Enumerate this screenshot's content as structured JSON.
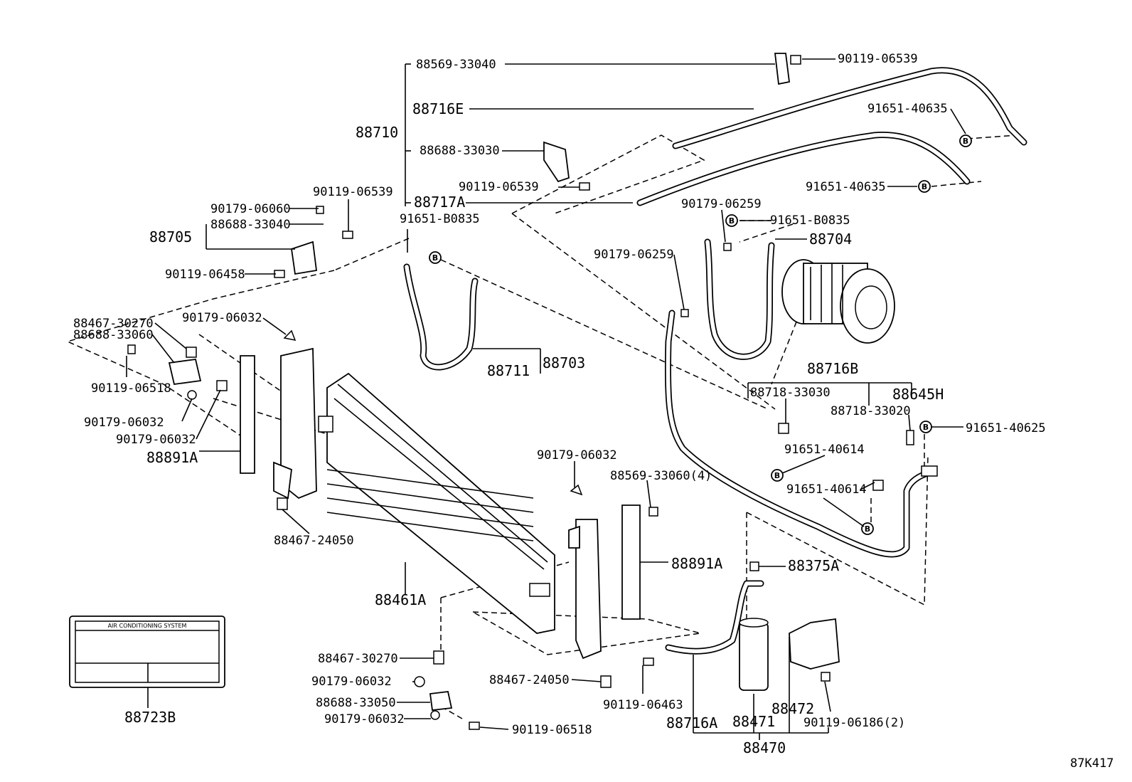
{
  "labels": {
    "p88569_33040": "88569-33040",
    "p90119_06539_top": "90119-06539",
    "p88716E": "88716E",
    "p91651_40635_a": "91651-40635",
    "p88710": "88710",
    "p88688_33030": "88688-33030",
    "p91651_40635_b": "91651-40635",
    "p90119_06539_mid": "90119-06539",
    "p88717A": "88717A",
    "p90179_06259_a": "90179-06259",
    "p91651_B0835_right": "91651-B0835",
    "p88704": "88704",
    "p91651_B0835_left": "91651-B0835",
    "p90119_06539_left": "90119-06539",
    "p90179_06060": "90179-06060",
    "p88688_33040": "88688-33040",
    "p88705": "88705",
    "p90119_06458": "90119-06458",
    "p90179_06259_b": "90179-06259",
    "p88467_30270_top": "88467-30270",
    "p90179_06032_a": "90179-06032",
    "p88688_33060": "88688-33060",
    "p90119_06518_left": "90119-06518",
    "p90179_06032_b": "90179-06032",
    "p90179_06032_c": "90179-06032",
    "p88891A_left": "88891A",
    "p88711": "88711",
    "p88703": "88703",
    "p88716B": "88716B",
    "p88718_33030": "88718-33030",
    "p88645H": "88645H",
    "p88718_33020": "88718-33020",
    "p91651_40625": "91651-40625",
    "p91651_40614_a": "91651-40614",
    "p91651_40614_b": "91651-40614",
    "p90179_06032_d": "90179-06032",
    "p88569_33060": "88569-33060(4)",
    "p88467_24050_left": "88467-24050",
    "p88891A_right": "88891A",
    "p88375A": "88375A",
    "p88461A": "88461A",
    "p88467_30270_bot": "88467-30270",
    "p90179_06032_e": "90179-06032",
    "p88688_33050": "88688-33050",
    "p90179_06032_f": "90179-06032",
    "p90119_06518_bot": "90119-06518",
    "p88467_24050_bot": "88467-24050",
    "p90119_06463": "90119-06463",
    "p88716A": "88716A",
    "p88471": "88471",
    "p88472": "88472",
    "p90119_06186": "90119-06186(2)",
    "p88470": "88470",
    "p88723B": "88723B"
  },
  "b_marker": "B",
  "placard_title": "AIR CONDITIONING SYSTEM",
  "diagram_code": "87K417"
}
